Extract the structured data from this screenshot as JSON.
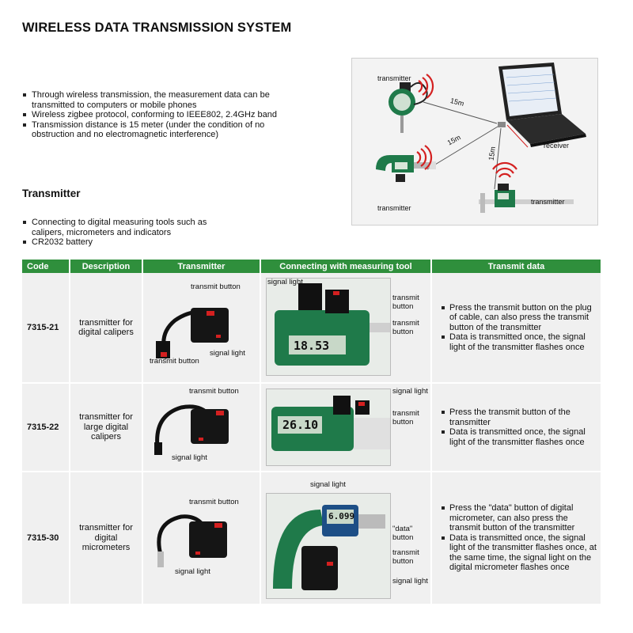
{
  "title": "WIRELESS DATA TRANSMISSION SYSTEM",
  "features": [
    "Through wireless transmission, the measurement data can be transmitted to computers or mobile phones",
    "Wireless zigbee protocol, conforming to IEEE802, 2.4GHz band",
    "Transmission distance is 15 meter (under the condition of no obstruction and no electromagnetic interference)"
  ],
  "diagram": {
    "transmitter_label": "transmitter",
    "receiver_label": "receiver",
    "distance_label": "15m"
  },
  "transmitter_section": {
    "heading": "Transmitter",
    "items": [
      "Connecting to digital measuring tools such as calipers, micrometers and indicators",
      "CR2032 battery"
    ]
  },
  "table": {
    "headers": [
      "Code",
      "Description",
      "Transmitter",
      "Connecting with measuring tool",
      "Transmit data"
    ],
    "rows": [
      {
        "code": "7315-21",
        "description": "transmitter for digital calipers",
        "tx_labels": {
          "a": "transmit button",
          "b": "signal light",
          "c": "transmit button"
        },
        "tool_labels": {
          "a": "signal light",
          "b": "transmit button",
          "c": "transmit button"
        },
        "display": "18.53",
        "transmit": [
          "Press the transmit button on the plug of cable, can also press the transmit button of the transmitter",
          "Data is transmitted once, the signal light of the transmitter flashes once"
        ]
      },
      {
        "code": "7315-22",
        "description": "transmitter for large digital calipers",
        "tx_labels": {
          "a": "transmit button",
          "b": "signal light"
        },
        "tool_labels": {
          "a": "signal light",
          "b": "transmit button"
        },
        "display": "26.10",
        "transmit": [
          "Press the transmit button of the transmitter",
          "Data is transmitted once, the signal light of the transmitter flashes once"
        ]
      },
      {
        "code": "7315-30",
        "description": "transmitter for digital micrometers",
        "tx_labels": {
          "a": "transmit button",
          "b": "signal light"
        },
        "tool_labels": {
          "a": "signal light",
          "b": "\"data\" button",
          "c": "transmit button",
          "d": "signal light"
        },
        "display": "6.099",
        "transmit": [
          "Press the \"data\" button of digital micrometer, can also press the transmit button of the transmitter",
          "Data is transmitted once, the signal light of the transmitter flashes once, at the same time, the signal light on the digital micrometer flashes once"
        ]
      }
    ]
  },
  "colors": {
    "header_green": "#2f8f3c",
    "cell_gray": "#f0f0f0",
    "signal_red": "#d42020",
    "tool_green": "#1f7a4a"
  }
}
